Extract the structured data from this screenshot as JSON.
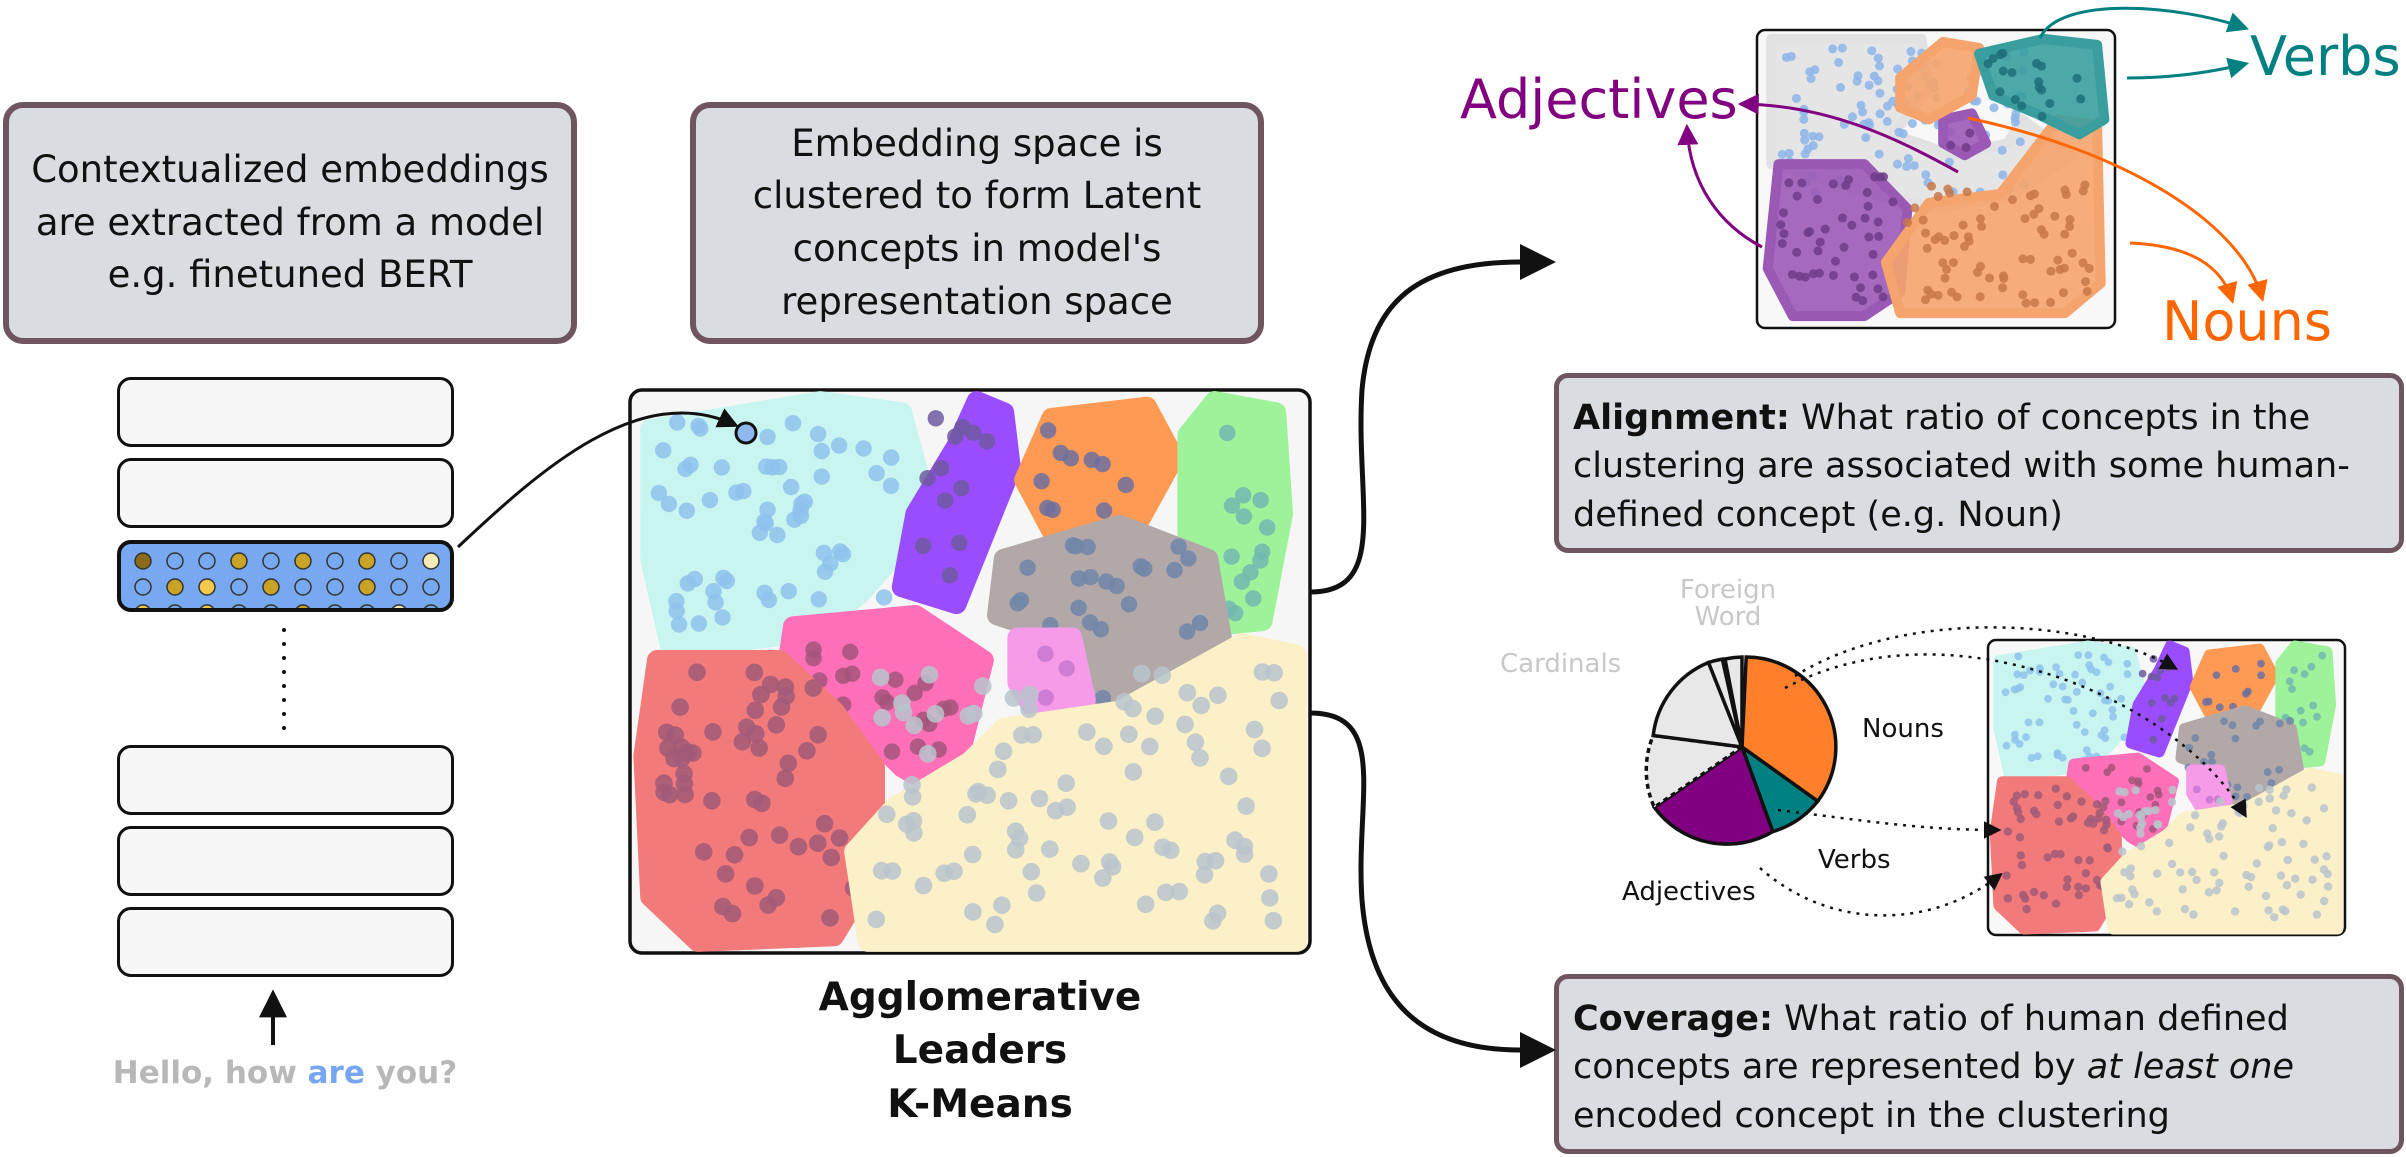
{
  "boxes": {
    "extract": "Contextualized embeddings are extracted from a model e.g. finetuned BERT",
    "cluster": "Embedding space is clustered to form Latent concepts in model's representation space"
  },
  "methods": [
    "Agglomerative",
    "Leaders",
    "K-Means"
  ],
  "sentence": {
    "before": "Hello, how ",
    "highlight": "are",
    "after": " you?"
  },
  "labels": {
    "adjectives": "Adjectives",
    "verbs": "Verbs",
    "nouns": "Nouns",
    "foreign_word_line1": "Foreign",
    "foreign_word_line2": "Word",
    "cardinals": "Cardinals",
    "pie_nouns": "Nouns",
    "pie_verbs": "Verbs",
    "pie_adjectives": "Adjectives"
  },
  "alignment": {
    "title": "Alignment:",
    "text": " What ratio of concepts in the clustering are associated with some human-defined concept (e.g. Noun)"
  },
  "coverage": {
    "title": "Coverage:",
    "text_before": " What ratio of human defined concepts are represented by ",
    "text_italic": "at least one",
    "text_after": " encoded concept in the clustering"
  },
  "colors": {
    "adjectives": "#800080",
    "verbs": "#008080",
    "nouns": "#ff6600",
    "border": "#6e5560",
    "box_fill": "#d9dce0"
  }
}
